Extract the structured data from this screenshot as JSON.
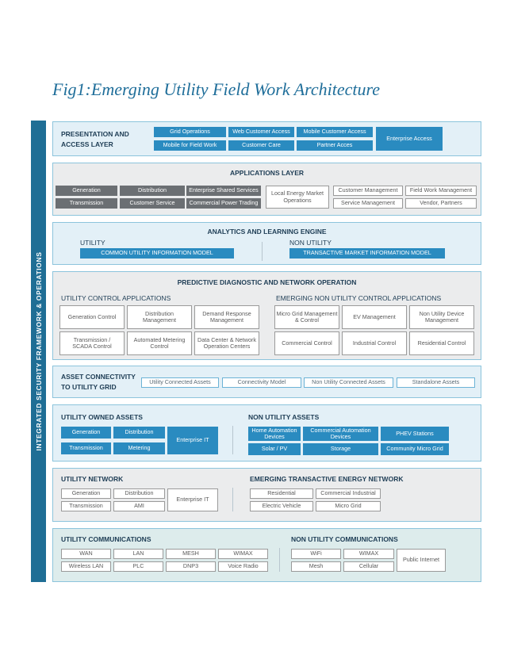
{
  "title": "Fig1:Emerging Utility Field Work Architecture",
  "sidebar": "INTEGRATED SECURITY FRAMEWORK & OPERATIONS",
  "presentation": {
    "header_line1": "PRESENTATION AND",
    "header_line2": "ACCESS LAYER",
    "grid_ops": "Grid Operations",
    "web_access": "Web Customer Access",
    "mobile_access": "Mobile Customer Access",
    "mobile_field": "Mobile for Field Work",
    "customer_care": "Customer Care",
    "partner_access": "Partner Acces",
    "enterprise_access": "Enterprise Access"
  },
  "applications": {
    "header": "APPLICATIONS LAYER",
    "generation": "Generation",
    "distribution": "Distribution",
    "enterprise_shared": "Enterprise Shared Services",
    "transmission": "Transmission",
    "customer_service": "Customer Service",
    "commercial_power": "Commercial Power Trading",
    "local_energy": "Local Energy Market Operations",
    "customer_mgmt": "Customer Management",
    "field_work": "Field Work Management",
    "service_mgmt": "Service Management",
    "vendor": "Vendor, Partners"
  },
  "analytics": {
    "header": "ANALYTICS AND LEARNING ENGINE",
    "utility": "UTILITY",
    "non_utility": "NON UTILITY",
    "common_model": "COMMON UTILITY INFORMATION MODEL",
    "transactive_model": "TRANSACTIVE MARKET INFORMATION MODEL"
  },
  "predictive": {
    "header": "PREDICTIVE DIAGNOSTIC AND NETWORK OPERATION",
    "utility_apps": "UTILITY CONTROL APPLICATIONS",
    "non_utility_apps": "EMERGING NON UTILITY CONTROL APPLICATIONS",
    "gen_control": "Generation Control",
    "dist_mgmt": "Distribution Management",
    "demand_response": "Demand Response Management",
    "micro_grid": "Micro Grid Management & Control",
    "ev_mgmt": "EV Management",
    "non_utility_device": "Non Utility Device Management",
    "trans_scada": "Transmission / SCADA Control",
    "auto_metering": "Automated Metering Control",
    "data_center": "Data Center & Network Operation Centers",
    "commercial_control": "Commercial Control",
    "industrial_control": "Industrial Control",
    "residential_control": "Residential Control"
  },
  "asset_connectivity": {
    "header_line1": "ASSET CONNECTIVITY",
    "header_line2": "TO UTILITY GRID",
    "utility_assets": "Utility Connected  Assets",
    "connectivity_model": "Connectivity Model",
    "non_utility_assets": "Non Utility Connected Assets",
    "standalone": "Standalone Assets"
  },
  "owned_assets": {
    "header": "UTILITY OWNED ASSETS",
    "non_header": "NON UTILITY ASSETS",
    "generation": "Generation",
    "distribution": "Distribution",
    "enterprise_it": "Enterprise IT",
    "transmission": "Transmission",
    "metering": "Metering",
    "home_automation": "Home Automation Devices",
    "commercial_automation": "Commercial Automation Devices",
    "phev": "PHEV Stations",
    "solar": "Solar / PV",
    "storage": "Storage",
    "community_grid": "Community Micro Grid"
  },
  "network": {
    "header": "UTILITY NETWORK",
    "emerging_header": "EMERGING TRANSACTIVE ENERGY NETWORK",
    "generation": "Generation",
    "distribution": "Distribution",
    "enterprise_it": "Enterprise IT",
    "transmission": "Transmission",
    "ami": "AMI",
    "residential": "Residential",
    "commercial_industrial": "Commercial Industrial",
    "electric_vehicle": "Electric Vehicle",
    "micro_grid": "Micro Grid"
  },
  "communications": {
    "header": "UTILITY COMMUNICATIONS",
    "non_header": "NON UTILITY COMMUNICATIONS",
    "wan": "WAN",
    "lan": "LAN",
    "mesh": "MESH",
    "wimax": "WIMAX",
    "wireless_lan": "Wireless LAN",
    "plc": "PLC",
    "dnp3": "DNP3",
    "voice_radio": "Voice Radio",
    "wifi": "WiFi",
    "wimax2": "WIMAX",
    "mesh2": "Mesh",
    "cellular": "Cellular",
    "public_internet": "Public Internet"
  }
}
